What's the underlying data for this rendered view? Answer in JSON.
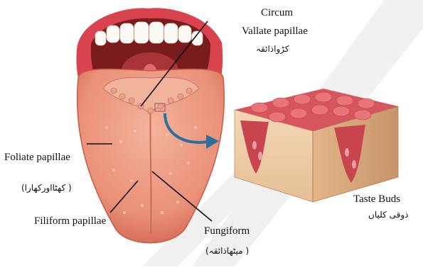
{
  "labels": {
    "circum": "Circum",
    "vallate": "Vallate papillae",
    "vallate_ur": "کڑواذائقہ",
    "foliate": "Foliate papillae",
    "foliate_ur": "( کھٹااورکھارا)",
    "filiform": "Filiform papillae",
    "fungiform": "Fungiform",
    "fungiform_ur": "( میٹھاذائقہ)",
    "taste_buds": "Taste Buds",
    "taste_buds_ur": "ذوقی کلیاں"
  },
  "colors": {
    "lip": "#d8434f",
    "mouth_cavity": "#7a1b1e",
    "tongue": "#ec9a80",
    "tongue_shade": "#d9735f",
    "teeth": "#fbfaf4",
    "arrow": "#2c6e9e",
    "watermark": "#8a8a8a"
  },
  "icons": {
    "arrow": "curved-arrow-icon"
  }
}
